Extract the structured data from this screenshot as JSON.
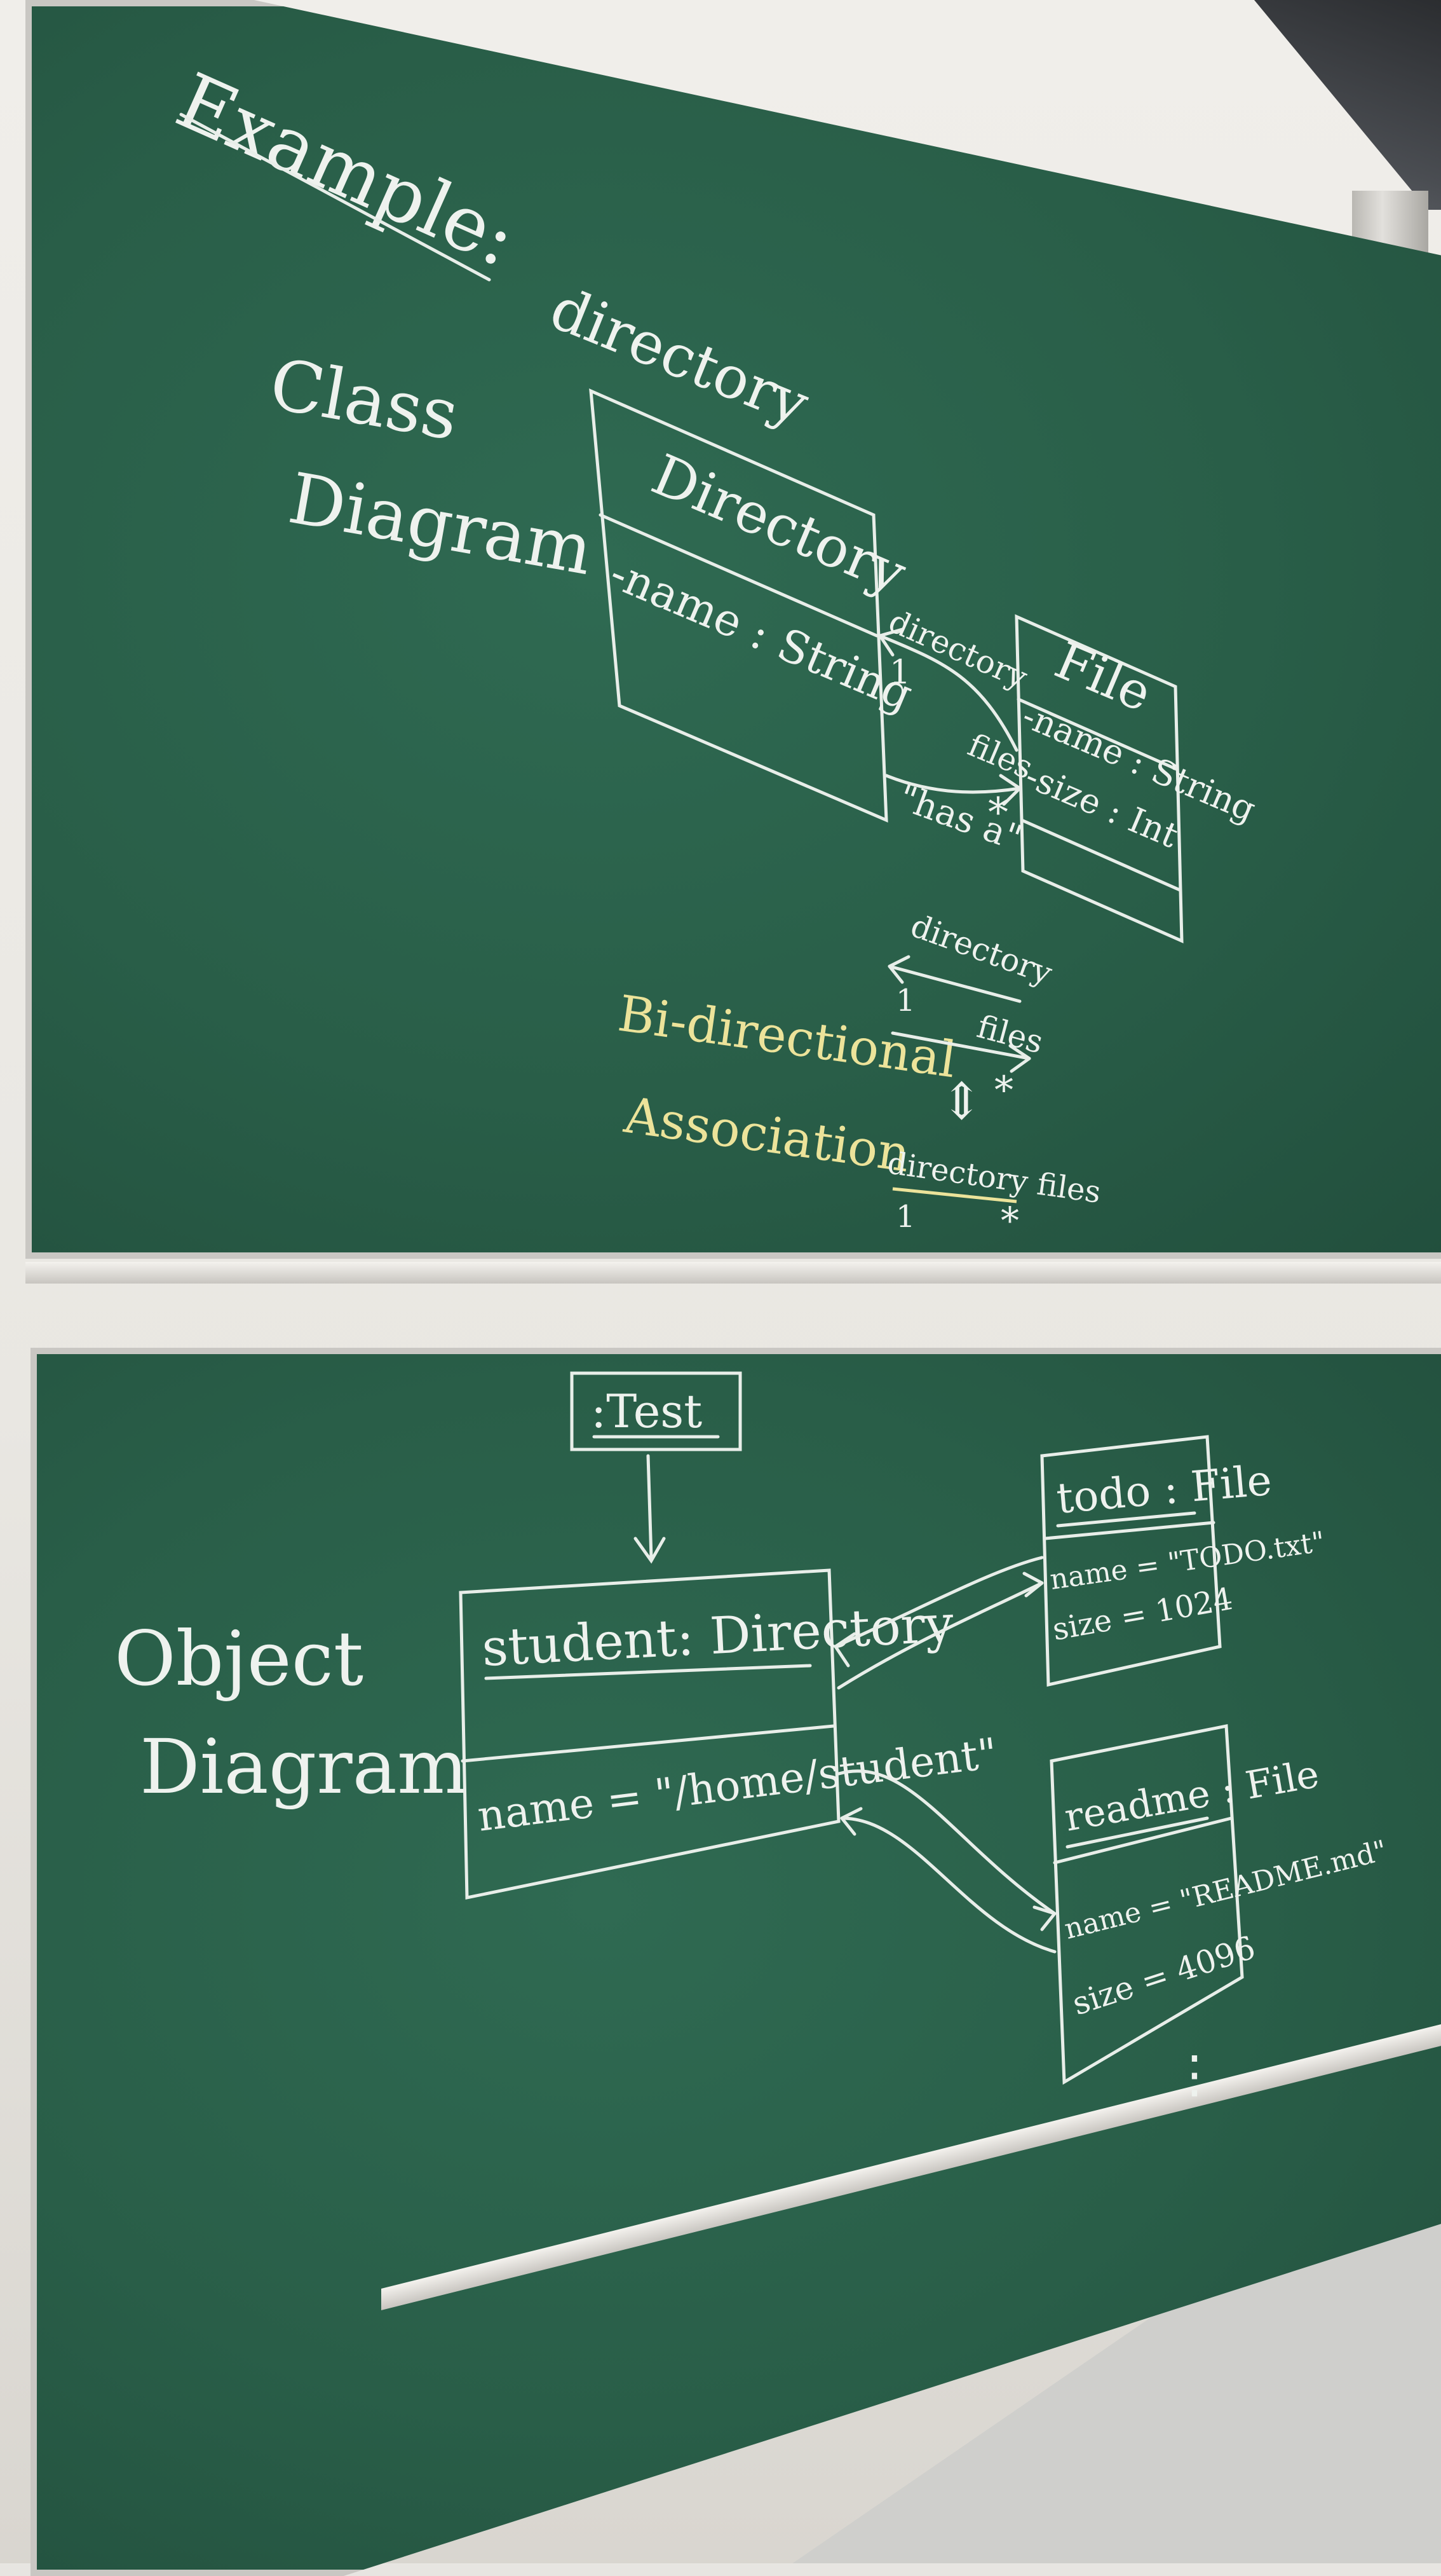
{
  "top_board": {
    "heading": "Example:",
    "subtitle": "directory",
    "section_label_line1": "Class",
    "section_label_line2": "Diagram",
    "class_directory": {
      "name": "Directory",
      "attribute": "-name : String"
    },
    "class_file": {
      "name": "File",
      "attribute1": "-name : String",
      "attribute2": "-size : Int"
    },
    "association": {
      "role_directory": "directory",
      "role_files": "files",
      "mult_one": "1",
      "mult_many": "*",
      "label": "\"has a\""
    },
    "bidirectional": {
      "label_line1": "Bi-directional",
      "label_line2": "Association",
      "role_directory": "directory",
      "role_files": "files",
      "mult_one": "1",
      "mult_many": "*",
      "equiv_symbol": "⇕",
      "short_roles": "directory files",
      "short_mult_one": "1",
      "short_mult_many": "*"
    }
  },
  "bottom_board": {
    "section_label_line1": "Object",
    "section_label_line2": "Diagram",
    "test_object": ":Test",
    "student_object": {
      "name": "student: Directory",
      "attribute": "name = \"/home/student\""
    },
    "todo_object": {
      "name": "todo : File",
      "attribute1": "name = \"TODO.txt\"",
      "attribute2": "size = 1024"
    },
    "readme_object": {
      "name": "readme : File",
      "attribute1": "name = \"README.md\"",
      "attribute2": "size = 4096"
    },
    "ellipsis": "⋮"
  },
  "colors": {
    "board": "#2b6149",
    "chalk_white": "#eef2ee",
    "chalk_yellow": "#ece39a"
  }
}
